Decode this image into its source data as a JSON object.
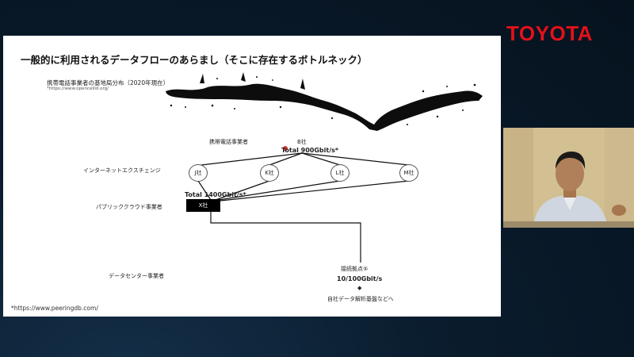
{
  "brand": {
    "logo_text": "TOYOTA",
    "logo_color": "#e3111b"
  },
  "slide": {
    "title": "一般的に利用されるデータフローのあらまし（そこに存在するボトルネック）",
    "map": {
      "caption": "携帯電話事業者の基地局分布（2020年現在）",
      "source": "*https://www.opencellid.org/"
    },
    "layers": {
      "mobile": "携帯電話事業者",
      "ix": "インターネットエクスチェンジ",
      "cloud": "パブリッククラウド事業者",
      "datacenter": "データセンター事業者"
    },
    "nodes": {
      "b": "B社",
      "b_total": "Total 900Gbit/s*",
      "j": "J社",
      "k": "K社",
      "l": "L社",
      "m": "M社",
      "cloud_total": "Total 1400Gbit/s*",
      "x": "X社",
      "point": "接続拠点⑤",
      "point_speed": "10/100Gbit/s",
      "arrow": "◆",
      "dest": "自社データ解析基盤などへ"
    },
    "footnote": "*https://www.peeringdb.com/",
    "accent_color": "#e53935"
  },
  "presenter": {
    "icon": "presenter-video-feed"
  }
}
